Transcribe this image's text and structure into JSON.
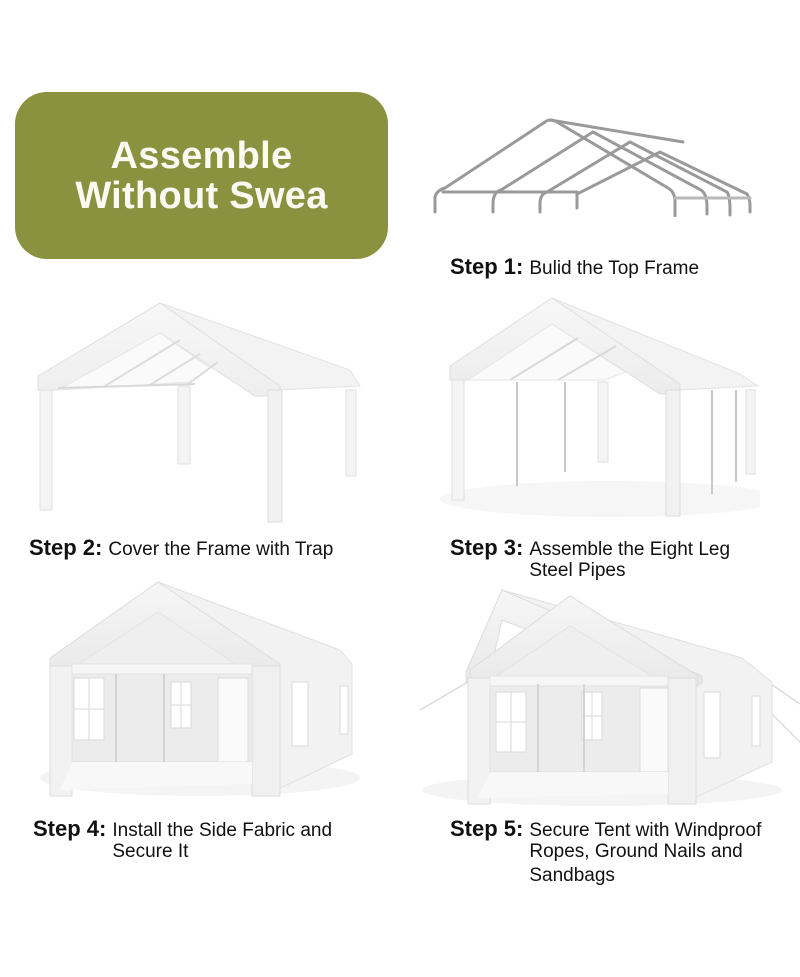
{
  "banner": {
    "line1": "Assemble",
    "line2": "Without Swea",
    "color": "#8a913f",
    "text_color": "#fbfaf2"
  },
  "steps": [
    {
      "label": "Step 1:",
      "text": "Bulid the Top Frame",
      "illustration": "steel-frame-icon"
    },
    {
      "label": "Step 2:",
      "text": "Cover the Frame with Trap",
      "illustration": "covered-frame-icon"
    },
    {
      "label": "Step 3:",
      "text_line1": "Assemble the Eight Leg",
      "text_line2": "Steel Pipes",
      "illustration": "tent-legs-icon"
    },
    {
      "label": "Step 4:",
      "text_line1": "Install the Side Fabric and",
      "text_line2": "Secure It",
      "illustration": "tent-sidewalls-icon"
    },
    {
      "label": "Step 5:",
      "text_line1": "Secure Tent with Windproof",
      "text_line2": "Ropes, Ground Nails and",
      "text_line3": "Sandbags",
      "illustration": "secured-tent-icon"
    }
  ]
}
